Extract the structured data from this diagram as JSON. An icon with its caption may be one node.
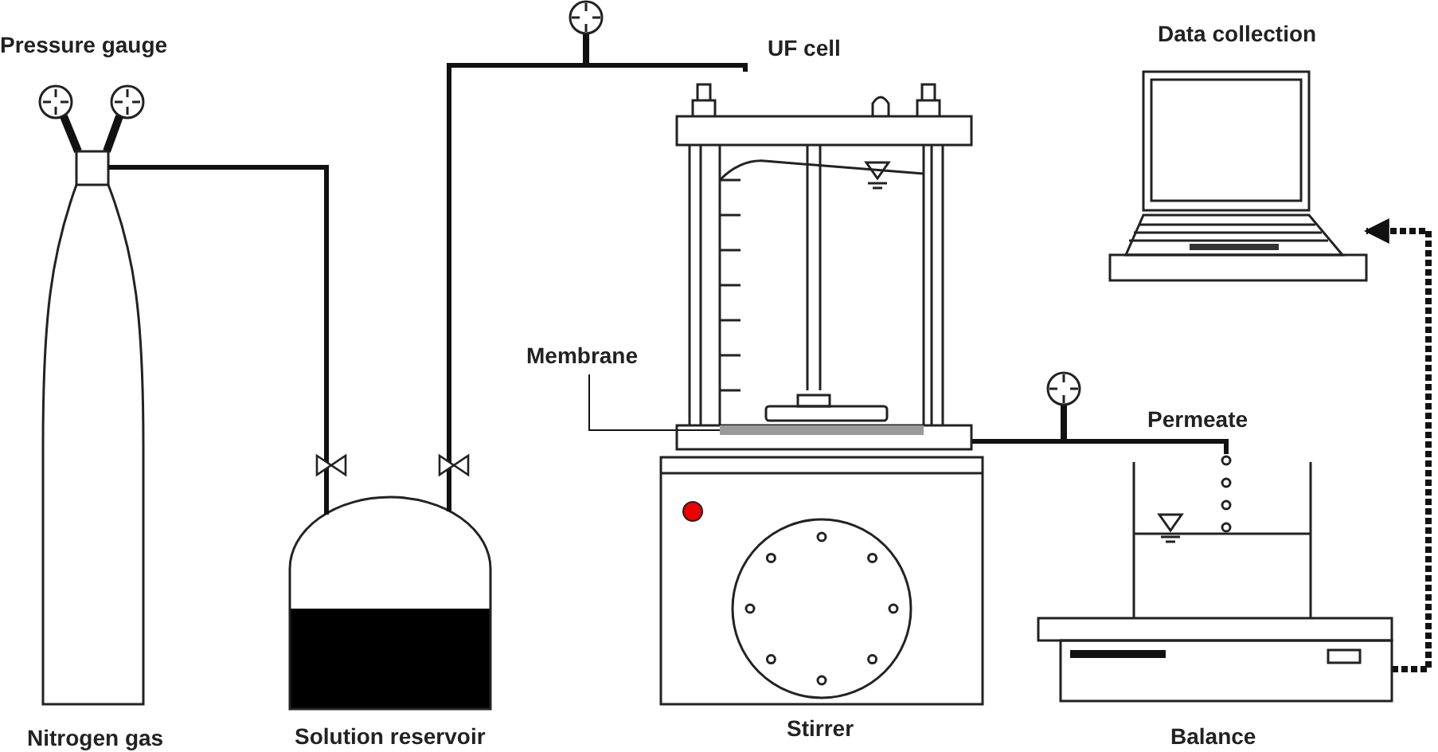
{
  "diagram": {
    "nodes": [
      {
        "text": [
          "Nitrogen gas"
        ]
      },
      {
        "text": [
          "Solution reservoir"
        ]
      },
      {
        "text": [
          "UF cell"
        ]
      },
      {
        "text": [
          "Stirrer"
        ]
      },
      {
        "text": [
          "Permeate"
        ]
      },
      {
        "text": [
          "Balance"
        ]
      },
      {
        "text": [
          "Data collection"
        ]
      },
      {
        "text": [
          "Membrane"
        ]
      },
      {
        "text": [],
        "shape": "bar",
        "in": 2
      }
    ],
    "edges": [
      {
        "from": 0,
        "to": 1,
        "arrow": "none"
      },
      {
        "from": 1,
        "to": 2,
        "arrow": "none"
      },
      {
        "from": 2,
        "to": 4,
        "arrow": "none"
      },
      {
        "from": 5,
        "to": 6,
        "arrow": "to",
        "style": "dashed"
      },
      {
        "from": 7,
        "to": 8,
        "arrow": "none"
      }
    ],
    "labels": [
      "Pressure gauge"
    ]
  }
}
